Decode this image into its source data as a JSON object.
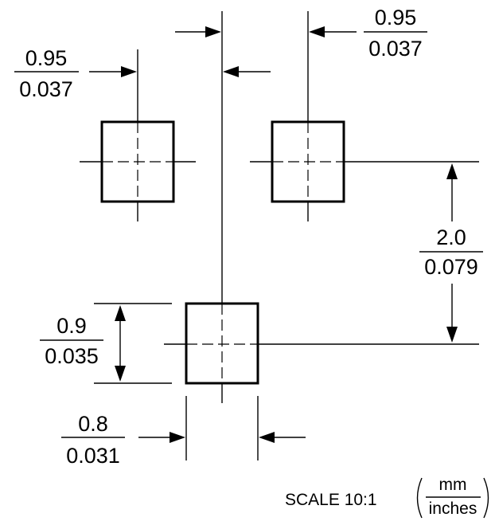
{
  "dimensions": {
    "pad_spacing_left": {
      "mm": "0.95",
      "inches": "0.037"
    },
    "pad_spacing_right": {
      "mm": "0.95",
      "inches": "0.037"
    },
    "vertical_pitch": {
      "mm": "2.0",
      "inches": "0.079"
    },
    "pad_height": {
      "mm": "0.9",
      "inches": "0.035"
    },
    "pad_width": {
      "mm": "0.8",
      "inches": "0.031"
    }
  },
  "scale_label": "SCALE 10:1",
  "units": {
    "top": "mm",
    "bottom": "inches"
  }
}
